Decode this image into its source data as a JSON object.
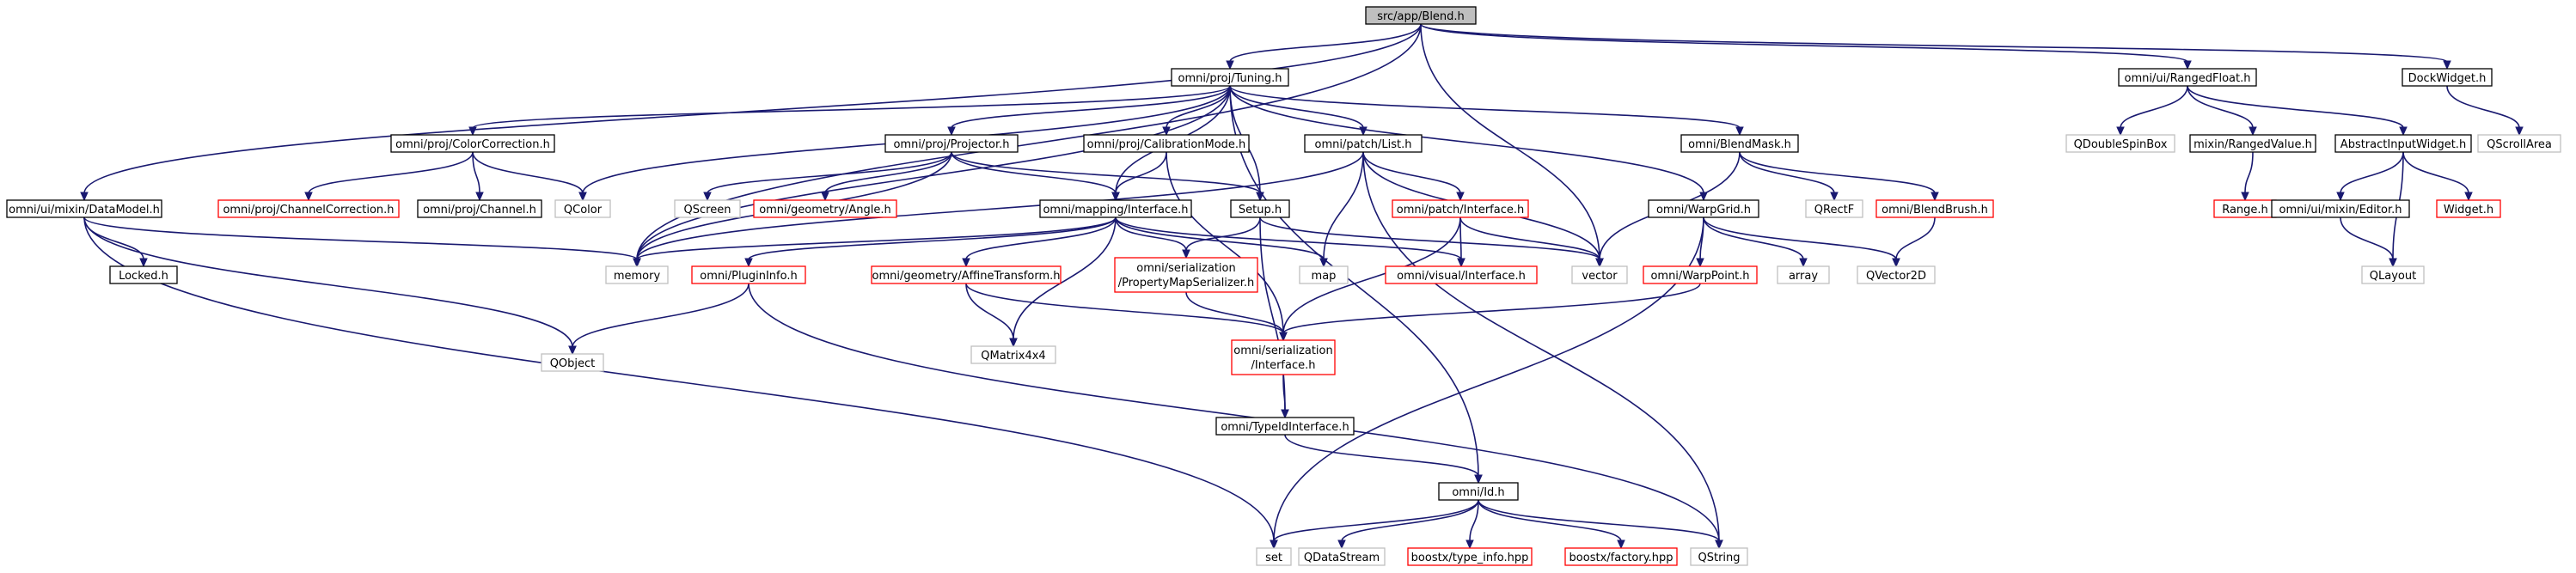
{
  "nodes": {
    "blend": {
      "label": "src/app/Blend.h",
      "style": "root"
    },
    "tuning": {
      "label": "omni/proj/Tuning.h",
      "style": "black"
    },
    "rangedfloat": {
      "label": "omni/ui/RangedFloat.h",
      "style": "black"
    },
    "dockwidget": {
      "label": "DockWidget.h",
      "style": "black"
    },
    "colorcorrection": {
      "label": "omni/proj/ColorCorrection.h",
      "style": "black"
    },
    "projector": {
      "label": "omni/proj/Projector.h",
      "style": "black"
    },
    "calibrationmode": {
      "label": "omni/proj/CalibrationMode.h",
      "style": "black"
    },
    "patchlist": {
      "label": "omni/patch/List.h",
      "style": "black"
    },
    "blendmask": {
      "label": "omni/BlendMask.h",
      "style": "black"
    },
    "qdoublespinbox": {
      "label": "QDoubleSpinBox",
      "style": "gray"
    },
    "rangedvalue": {
      "label": "mixin/RangedValue.h",
      "style": "black"
    },
    "abstractinputwidget": {
      "label": "AbstractInputWidget.h",
      "style": "black"
    },
    "qscrollarea": {
      "label": "QScrollArea",
      "style": "gray"
    },
    "datamodel": {
      "label": "omni/ui/mixin/DataModel.h",
      "style": "black"
    },
    "channelcorrection": {
      "label": "omni/proj/ChannelCorrection.h",
      "style": "red"
    },
    "channel": {
      "label": "omni/proj/Channel.h",
      "style": "black"
    },
    "qcolor": {
      "label": "QColor",
      "style": "gray"
    },
    "qscreen": {
      "label": "QScreen",
      "style": "gray"
    },
    "angle": {
      "label": "omni/geometry/Angle.h",
      "style": "red"
    },
    "mappinginterface": {
      "label": "omni/mapping/Interface.h",
      "style": "black"
    },
    "setup": {
      "label": "Setup.h",
      "style": "black"
    },
    "patchinterface": {
      "label": "omni/patch/Interface.h",
      "style": "red"
    },
    "qrectf": {
      "label": "QRectF",
      "style": "gray"
    },
    "blendbrush": {
      "label": "omni/BlendBrush.h",
      "style": "red"
    },
    "range": {
      "label": "Range.h",
      "style": "red"
    },
    "editor": {
      "label": "omni/ui/mixin/Editor.h",
      "style": "black"
    },
    "widget": {
      "label": "Widget.h",
      "style": "red"
    },
    "locked": {
      "label": "Locked.h",
      "style": "black"
    },
    "memory": {
      "label": "memory",
      "style": "gray"
    },
    "plugininfo": {
      "label": "omni/PluginInfo.h",
      "style": "red"
    },
    "affinetransform": {
      "label": "omni/geometry/AffineTransform.h",
      "style": "red"
    },
    "propertymapserializer": {
      "label": [
        "omni/serialization",
        "/PropertyMapSerializer.h"
      ],
      "style": "red"
    },
    "map": {
      "label": "map",
      "style": "gray"
    },
    "visualinterface": {
      "label": "omni/visual/Interface.h",
      "style": "red"
    },
    "vector": {
      "label": "vector",
      "style": "gray"
    },
    "warpgrid": {
      "label": "omni/WarpGrid.h",
      "style": "black"
    },
    "array": {
      "label": "array",
      "style": "gray"
    },
    "qvector2d": {
      "label": "QVector2D",
      "style": "gray"
    },
    "warppoint": {
      "label": "omni/WarpPoint.h",
      "style": "red"
    },
    "qlayout": {
      "label": "QLayout",
      "style": "gray"
    },
    "qobject": {
      "label": "QObject",
      "style": "gray"
    },
    "qmatrix4x4": {
      "label": "QMatrix4x4",
      "style": "gray"
    },
    "serializationinterface": {
      "label": [
        "omni/serialization",
        "/Interface.h"
      ],
      "style": "red"
    },
    "typeidinterface": {
      "label": "omni/TypeIdInterface.h",
      "style": "black"
    },
    "id": {
      "label": "omni/Id.h",
      "style": "black"
    },
    "set": {
      "label": "set",
      "style": "gray"
    },
    "qdatastream": {
      "label": "QDataStream",
      "style": "gray"
    },
    "typeinfo": {
      "label": "boostx/type_info.hpp",
      "style": "red"
    },
    "factory": {
      "label": "boostx/factory.hpp",
      "style": "red"
    },
    "qstring": {
      "label": "QString",
      "style": "gray"
    }
  },
  "edges": [
    [
      "blend",
      "tuning"
    ],
    [
      "blend",
      "rangedfloat"
    ],
    [
      "blend",
      "dockwidget"
    ],
    [
      "blend",
      "datamodel"
    ],
    [
      "blend",
      "memory"
    ],
    [
      "blend",
      "vector"
    ],
    [
      "tuning",
      "colorcorrection"
    ],
    [
      "tuning",
      "projector"
    ],
    [
      "tuning",
      "calibrationmode"
    ],
    [
      "tuning",
      "patchlist"
    ],
    [
      "tuning",
      "blendmask"
    ],
    [
      "tuning",
      "qcolor"
    ],
    [
      "tuning",
      "mappinginterface"
    ],
    [
      "tuning",
      "setup"
    ],
    [
      "tuning",
      "memory"
    ],
    [
      "tuning",
      "warpgrid"
    ],
    [
      "tuning",
      "id"
    ],
    [
      "rangedfloat",
      "qdoublespinbox"
    ],
    [
      "rangedfloat",
      "rangedvalue"
    ],
    [
      "rangedfloat",
      "abstractinputwidget"
    ],
    [
      "dockwidget",
      "qscrollarea"
    ],
    [
      "colorcorrection",
      "channelcorrection"
    ],
    [
      "colorcorrection",
      "channel"
    ],
    [
      "colorcorrection",
      "qcolor"
    ],
    [
      "projector",
      "qscreen"
    ],
    [
      "projector",
      "angle"
    ],
    [
      "projector",
      "setup"
    ],
    [
      "projector",
      "memory"
    ],
    [
      "projector",
      "mappinginterface"
    ],
    [
      "calibrationmode",
      "mappinginterface"
    ],
    [
      "calibrationmode",
      "serializationinterface"
    ],
    [
      "patchlist",
      "patchinterface"
    ],
    [
      "patchlist",
      "map"
    ],
    [
      "patchlist",
      "vector"
    ],
    [
      "patchlist",
      "qstring"
    ],
    [
      "patchlist",
      "memory"
    ],
    [
      "blendmask",
      "qrectf"
    ],
    [
      "blendmask",
      "blendbrush"
    ],
    [
      "blendmask",
      "vector"
    ],
    [
      "rangedvalue",
      "range"
    ],
    [
      "abstractinputwidget",
      "editor"
    ],
    [
      "abstractinputwidget",
      "widget"
    ],
    [
      "abstractinputwidget",
      "qlayout"
    ],
    [
      "datamodel",
      "locked"
    ],
    [
      "datamodel",
      "memory"
    ],
    [
      "datamodel",
      "qobject"
    ],
    [
      "datamodel",
      "set"
    ],
    [
      "mappinginterface",
      "plugininfo"
    ],
    [
      "mappinginterface",
      "affinetransform"
    ],
    [
      "mappinginterface",
      "propertymapserializer"
    ],
    [
      "mappinginterface",
      "map"
    ],
    [
      "mappinginterface",
      "visualinterface"
    ],
    [
      "mappinginterface",
      "qmatrix4x4"
    ],
    [
      "mappinginterface",
      "memory"
    ],
    [
      "setup",
      "propertymapserializer"
    ],
    [
      "setup",
      "vector"
    ],
    [
      "setup",
      "typeidinterface"
    ],
    [
      "patchinterface",
      "visualinterface"
    ],
    [
      "patchinterface",
      "serializationinterface"
    ],
    [
      "patchinterface",
      "vector"
    ],
    [
      "blendbrush",
      "qvector2d"
    ],
    [
      "editor",
      "qlayout"
    ],
    [
      "plugininfo",
      "qobject"
    ],
    [
      "plugininfo",
      "qstring"
    ],
    [
      "affinetransform",
      "qmatrix4x4"
    ],
    [
      "affinetransform",
      "serializationinterface"
    ],
    [
      "propertymapserializer",
      "serializationinterface"
    ],
    [
      "warpgrid",
      "warppoint"
    ],
    [
      "warpgrid",
      "array"
    ],
    [
      "warpgrid",
      "qvector2d"
    ],
    [
      "warpgrid",
      "set"
    ],
    [
      "warppoint",
      "serializationinterface"
    ],
    [
      "serializationinterface",
      "typeidinterface"
    ],
    [
      "typeidinterface",
      "id"
    ],
    [
      "id",
      "set"
    ],
    [
      "id",
      "qdatastream"
    ],
    [
      "id",
      "typeinfo"
    ],
    [
      "id",
      "factory"
    ],
    [
      "id",
      "qstring"
    ]
  ],
  "colors": {
    "edge": "#191970",
    "root_fill": "#bfbfbf",
    "box_fill": "#ffffff",
    "black_border": "#000000",
    "red_border": "#ff0000",
    "gray_border": "#bfbfbf",
    "text": "#000000"
  }
}
